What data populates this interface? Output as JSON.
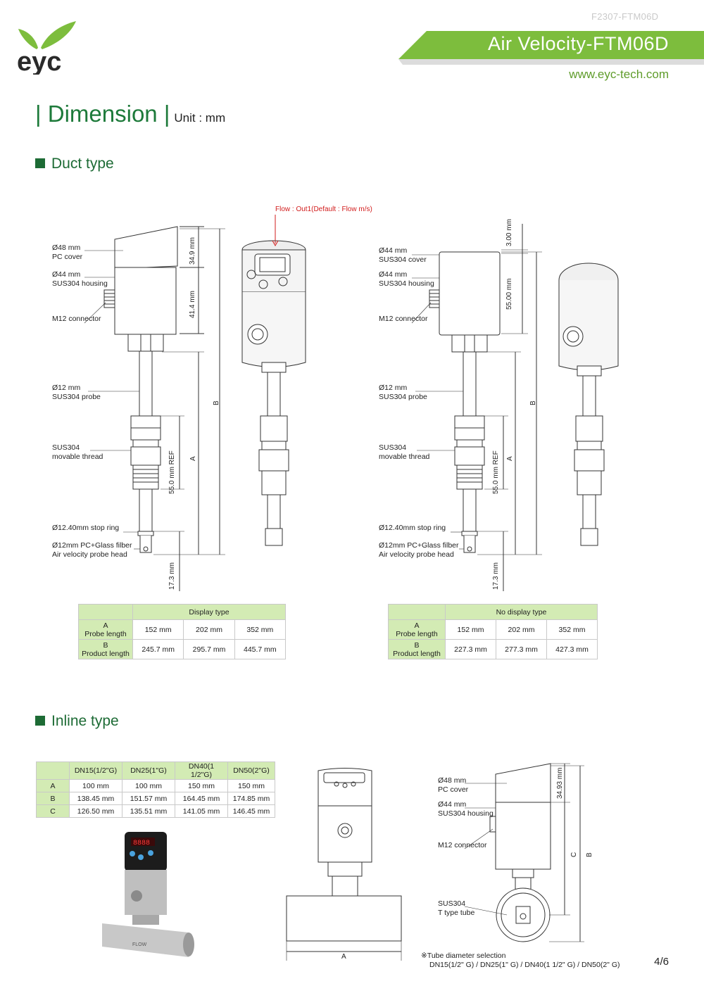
{
  "header": {
    "doc_code": "F2307-FTM06D",
    "title": "Air Velocity-FTM06D",
    "url": "www.eyc-tech.com",
    "logo_text": "eyc"
  },
  "section": {
    "title": "Dimension",
    "unit": "Unit : mm"
  },
  "duct": {
    "title": "Duct type",
    "flow_note": "Flow : Out1(Default : Flow m/s)",
    "display_labels": {
      "pc_cover_1": "Ø48 mm",
      "pc_cover_2": "PC cover",
      "housing_1": "Ø44 mm",
      "housing_2": "SUS304 housing",
      "connector": "M12 connector",
      "probe_1": "Ø12 mm",
      "probe_2": "SUS304 probe",
      "thread_1": "SUS304",
      "thread_2": "movable thread",
      "stop_ring": "Ø12.40mm stop ring",
      "head_1": "Ø12mm PC+Glass filber",
      "head_2": "Air velocity probe head"
    },
    "display_dims": {
      "d1": "34.9 mm",
      "d2": "41.4 mm",
      "b": "B",
      "ref": "55.0 mm REF",
      "a": "A",
      "d3": "17.3 mm"
    },
    "nodisplay_labels": {
      "cover_1": "Ø44 mm",
      "cover_2": "SUS304 cover",
      "housing_1": "Ø44 mm",
      "housing_2": "SUS304 housing",
      "connector": "M12 connector",
      "probe_1": "Ø12 mm",
      "probe_2": "SUS304 probe",
      "thread_1": "SUS304",
      "thread_2": "movable thread",
      "stop_ring": "Ø12.40mm stop ring",
      "head_1": "Ø12mm PC+Glass filber",
      "head_2": "Air velocity probe head"
    },
    "nodisplay_dims": {
      "d0": "3.00 mm",
      "d1": "55.00 mm",
      "b": "B",
      "ref": "55.0 mm REF",
      "a": "A",
      "d3": "17.3 mm"
    },
    "table_display": {
      "header": "Display type",
      "row_a_1": "A",
      "row_a_2": "Probe length",
      "row_b_1": "B",
      "row_b_2": "Product length",
      "a_values": [
        "152 mm",
        "202 mm",
        "352 mm"
      ],
      "b_values": [
        "245.7 mm",
        "295.7 mm",
        "445.7 mm"
      ]
    },
    "table_nodisplay": {
      "header": "No display type",
      "row_a_1": "A",
      "row_a_2": "Probe length",
      "row_b_1": "B",
      "row_b_2": "Product length",
      "a_values": [
        "152 mm",
        "202 mm",
        "352 mm"
      ],
      "b_values": [
        "227.3 mm",
        "277.3 mm",
        "427.3 mm"
      ]
    }
  },
  "inline": {
    "title": "Inline type",
    "table": {
      "columns": [
        "",
        "DN15(1/2\"G)",
        "DN25(1\"G)",
        "DN40(1 1/2\"G)",
        "DN50(2\"G)"
      ],
      "rows": [
        [
          "A",
          "100 mm",
          "100 mm",
          "150 mm",
          "150 mm"
        ],
        [
          "B",
          "138.45 mm",
          "151.57 mm",
          "164.45 mm",
          "174.85 mm"
        ],
        [
          "C",
          "126.50 mm",
          "135.51 mm",
          "141.05 mm",
          "146.45 mm"
        ]
      ]
    },
    "photo_flow_text": "FLOW",
    "front_dim_a": "A",
    "labels": {
      "pc_cover_1": "Ø48 mm",
      "pc_cover_2": "PC cover",
      "housing_1": "Ø44 mm",
      "housing_2": "SUS304 housing",
      "connector": "M12 connector",
      "tube_1": "SUS304",
      "tube_2": "T type tube"
    },
    "dims": {
      "d1": "34.93 mm",
      "c": "C",
      "b": "B"
    },
    "note_1": "※Tube diameter selection",
    "note_2": "DN15(1/2\" G) / DN25(1\" G) / DN40(1 1/2\" G) / DN50(2\" G)"
  },
  "footer": {
    "page": "4/6"
  },
  "colors": {
    "green_banner": "#7dbd3d",
    "green_text": "#1d7a3a",
    "table_header": "#d3ebb4",
    "flow_red": "#d21d1d"
  }
}
